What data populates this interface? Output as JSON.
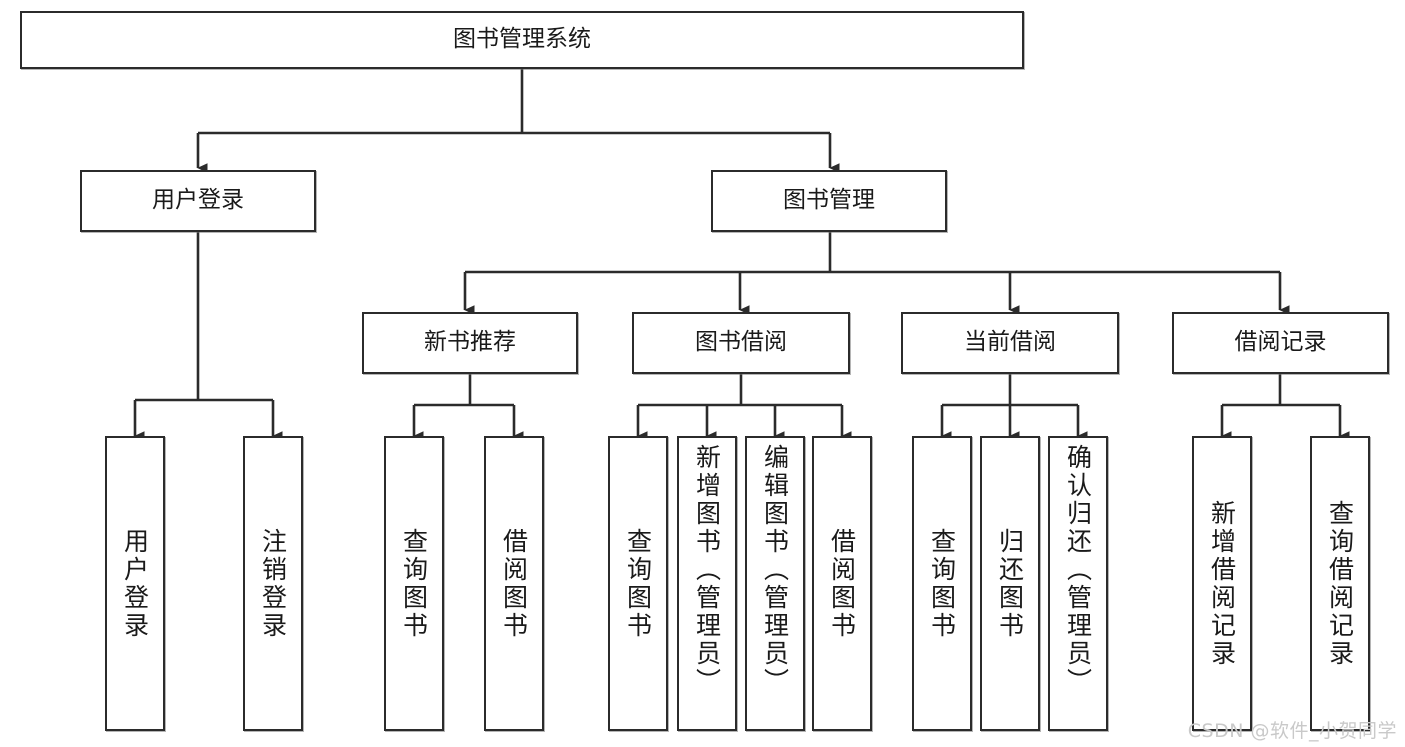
{
  "diagram": {
    "title_node": {
      "label": "图书管理系统"
    },
    "level2": [
      {
        "id": "user-login",
        "label": "用户登录"
      },
      {
        "id": "book-management",
        "label": "图书管理"
      }
    ],
    "level3": [
      {
        "id": "new-book-recommend",
        "label": "新书推荐"
      },
      {
        "id": "book-borrow",
        "label": "图书借阅"
      },
      {
        "id": "current-borrow",
        "label": "当前借阅"
      },
      {
        "id": "borrow-record",
        "label": "借阅记录"
      }
    ],
    "leaves": [
      {
        "id": "leaf-user-login",
        "label": "用户登录"
      },
      {
        "id": "leaf-logout-login",
        "label": "注销登录"
      },
      {
        "id": "leaf-query-book-1",
        "label": "查询图书"
      },
      {
        "id": "leaf-borrow-book-1",
        "label": "借阅图书"
      },
      {
        "id": "leaf-query-book-2",
        "label": "查询图书"
      },
      {
        "id": "leaf-add-book",
        "label": "新增图书（管理员）"
      },
      {
        "id": "leaf-edit-book",
        "label": "编辑图书（管理员）"
      },
      {
        "id": "leaf-borrow-book-2",
        "label": "借阅图书"
      },
      {
        "id": "leaf-query-book-3",
        "label": "查询图书"
      },
      {
        "id": "leaf-return-book",
        "label": "归还图书"
      },
      {
        "id": "leaf-confirm-return",
        "label": "确认归还（管理员）"
      },
      {
        "id": "leaf-add-borrow-record",
        "label": "新增借阅记录"
      },
      {
        "id": "leaf-query-borrow-record",
        "label": "查询借阅记录"
      }
    ]
  },
  "watermark": {
    "text": "CSDN @软件_小贺同学"
  },
  "colors": {
    "border": "#2b2b2b",
    "background": "#ffffff",
    "text": "#1a1a1a",
    "watermark": "#c9c9c9"
  }
}
